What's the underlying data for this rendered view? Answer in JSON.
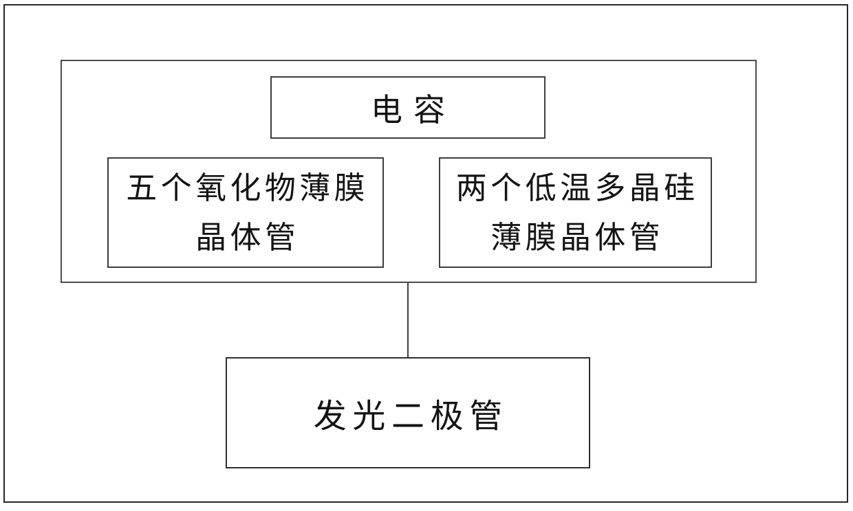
{
  "diagram": {
    "group": {
      "capacitor_label": "电容",
      "oxide_tft": {
        "line1": "五个氧化物薄膜",
        "line2": "晶体管"
      },
      "ltps_tft": {
        "line1": "两个低温多晶硅",
        "line2": "薄膜晶体管"
      }
    },
    "led_label": "发光二极管"
  },
  "colors": {
    "background": "#ffffff",
    "page_border": "#262626",
    "group_border": "#4a4a4a",
    "box_border": "#3d3d3d",
    "text": "#141414"
  }
}
